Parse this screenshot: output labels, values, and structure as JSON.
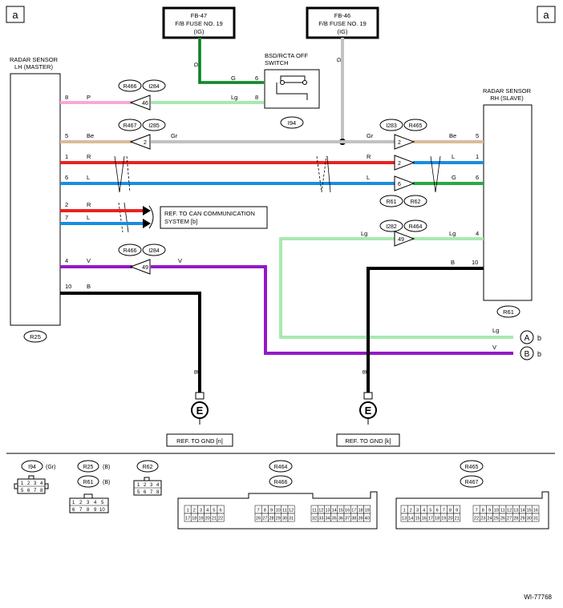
{
  "corner_labels": [
    "a",
    "a"
  ],
  "diagram_id": "WI-77768",
  "fuses": [
    {
      "name": "FB-47",
      "line1": "F/B FUSE NO. 19",
      "line2": "(IG)"
    },
    {
      "name": "FB-46",
      "line1": "F/B FUSE NO. 19",
      "line2": "(IG)"
    }
  ],
  "switch": {
    "line1": "BSD/RCTA OFF",
    "line2": "SWITCH",
    "connector": "I94"
  },
  "sensor_lh": {
    "line1": "RADAR SENSOR",
    "line2": "LH (MASTER)",
    "connector": "R25"
  },
  "sensor_rh": {
    "line1": "RADAR SENSOR",
    "line2": "RH (SLAVE)",
    "connector": "R61"
  },
  "can_ref": {
    "line1": "REF. TO CAN COMMUNICATION",
    "line2": "SYSTEM [b]"
  },
  "gnd_refs": [
    "REF. TO GND [n]",
    "REF. TO GND [k]"
  ],
  "ground_symbol": "E",
  "joint_connectors": {
    "row_p": [
      "R466",
      "I284",
      "46"
    ],
    "row_be_left": [
      "R467",
      "I285",
      "2"
    ],
    "row_be_right": [
      "I283",
      "R465",
      "2"
    ],
    "row_r_right": "2",
    "row_l_right": "6",
    "row_rl_bottom": [
      "R61",
      "R62"
    ],
    "row_lg_right": [
      "I282",
      "R464",
      "49"
    ],
    "row_v_left": [
      "R466",
      "I284",
      "49"
    ]
  },
  "wire_labels": {
    "fuse1_color": "G",
    "fuse1_pin_color": "G",
    "fuse1_pin": "6",
    "fuse2_color": "G",
    "p_pin": "8",
    "p_color": "P",
    "lg_switch_color": "Lg",
    "lg_switch_pin": "8",
    "be_pin_l": "5",
    "be_color_l": "Be",
    "gr_color_l": "Gr",
    "gr_color_r": "Gr",
    "be_color_r": "Be",
    "be_pin_r": "5",
    "r_pin_l": "1",
    "r_color_l": "R",
    "r_color_m": "R",
    "l_color_r1": "L",
    "pin_r1": "1",
    "l_pin_l": "6",
    "l_color_l": "L",
    "l_color_m": "L",
    "g_color_r": "G",
    "pin_r6": "6",
    "can_r_pin": "2",
    "can_r_color": "R",
    "can_l_pin": "7",
    "can_l_color": "L",
    "v_pin": "4",
    "v_color_l": "V",
    "v_color_m": "V",
    "lg_color_l": "Lg",
    "lg_color_r": "Lg",
    "lg_pin_r": "4",
    "b_pin_r": "10",
    "b_color_r": "B",
    "b_pin_l": "10",
    "b_color_l": "B",
    "gnd_left_color": "B",
    "gnd_right_color": "B",
    "out_lg": "Lg",
    "out_v": "V",
    "term_a": "A",
    "term_b": "B",
    "suffix_a": "b",
    "suffix_b": "b"
  },
  "connector_legend": {
    "i94": {
      "name": "I94",
      "suffix": "(Gr)",
      "row1": [
        "1",
        "2",
        "3",
        "4"
      ],
      "row2": [
        "5",
        "6",
        "7",
        "8"
      ]
    },
    "r25": {
      "name": "R25",
      "suffix": "(B)"
    },
    "r61": {
      "name": "R61",
      "suffix": "(B)",
      "row1": [
        "1",
        "2",
        "3",
        "4",
        "5"
      ],
      "row2": [
        "6",
        "7",
        "8",
        "9",
        "10"
      ]
    },
    "r62": {
      "name": "R62",
      "row1": [
        "1",
        "2",
        "3",
        "4"
      ],
      "row2": [
        "5",
        "6",
        "7",
        "8"
      ]
    },
    "r464": {
      "name": "R464"
    },
    "r466": {
      "name": "R466"
    },
    "r465": {
      "name": "R465"
    },
    "r467": {
      "name": "R467"
    }
  },
  "colors": {
    "red": "#e8231f",
    "blue": "#1a8de0",
    "green": "#2aa844",
    "light_green": "#a8eab0",
    "pink": "#f7a8d8",
    "beige": "#d9bc9c",
    "gray": "#c2c2c2",
    "violet": "#9419c8",
    "black": "#000000"
  }
}
